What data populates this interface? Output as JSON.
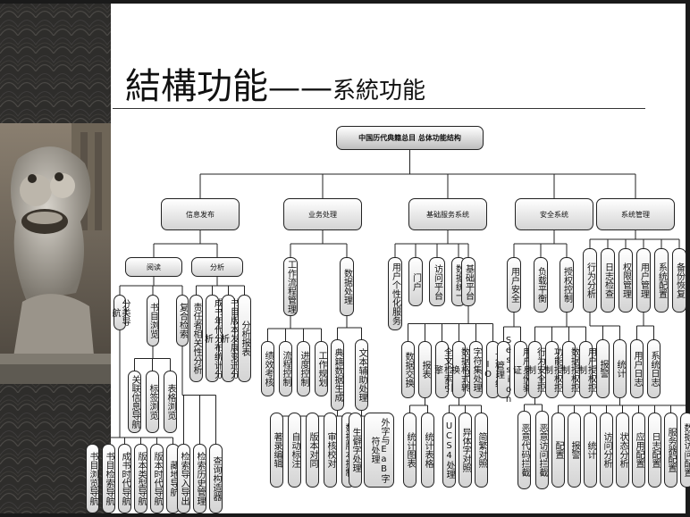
{
  "slide": {
    "title_main": "結構功能",
    "title_dash": "——",
    "title_sub": "系統功能"
  },
  "diagram": {
    "root": "中国历代典籍总目 总体功能结构",
    "modules": [
      {
        "label": "信息发布"
      },
      {
        "label": "业务处理"
      },
      {
        "label": "基础服务系统"
      },
      {
        "label": "安全系统"
      },
      {
        "label": "系统管理"
      }
    ],
    "info_release": {
      "groups": [
        "阅读",
        "分析"
      ],
      "read_nodes": [
        "分类导航",
        "书目浏览",
        "复合检索"
      ],
      "read_browse_children": [
        "关联信息导航",
        "标签浏览",
        "表格浏览"
      ],
      "read_bottom": [
        "书目浏览导航",
        "书目检索导航",
        "成书时代导航",
        "版本类型导航",
        "版本时代导航",
        "藏地导航"
      ],
      "read_search_children": [
        "检索导入导出",
        "检索历史管理",
        "查询构造器"
      ],
      "analysis_nodes": [
        "责任者相关性分析",
        "成书年代分布统计分析",
        "书目版本发展变迁分析",
        "分析报表"
      ]
    },
    "business": {
      "nodes": [
        "工作流程管理",
        "数据处理"
      ],
      "workflow_children": [
        "绩效考核",
        "流程控制",
        "进度控制",
        "工作规划"
      ],
      "data_children": [
        "典籍数据生成",
        "文本辅助处理"
      ],
      "data_bottom": [
        "著录编辑",
        "自动标注",
        "版本对同",
        "审核校对",
        "数据版本控制"
      ],
      "text_bottom": [
        "生僻字处理",
        "外字与EaB字符处理"
      ]
    },
    "base_service": {
      "nodes": [
        "用户个性化服务",
        "门户",
        "访问平台",
        "数据统一",
        "基础平台"
      ],
      "platform_children": [
        "数据交换",
        "报表",
        "全文检索引擎",
        "数据格式转换",
        "字符集处理",
        "文档系统IO"
      ],
      "bottom": [
        "统计图表",
        "统计表格",
        "UCS4处理",
        "异体字对照",
        "简繁对照"
      ]
    },
    "security": {
      "nodes": [
        "用户安全",
        "负载平衡",
        "授权控制"
      ],
      "user_security_children": [
        "Session管理",
        "用户身份验证"
      ],
      "auth_children": [
        "行为安全控制",
        "功能授权控制",
        "数据授权控制",
        "用户授权控制"
      ],
      "bottom": [
        "恶意代码拦截",
        "恶意访问拦截"
      ]
    },
    "sys_admin": {
      "nodes": [
        "行为分析",
        "日志检查",
        "权限管理",
        "用户管理",
        "系统配置",
        "备份恢复"
      ],
      "children": [
        "报警",
        "统计",
        "用户日志",
        "系统日志"
      ],
      "bottom": [
        "配置",
        "报警",
        "统计",
        "访问分析",
        "状态分析",
        "应用配置",
        "日志配置",
        "服务器配置",
        "数据访问配置"
      ]
    }
  }
}
